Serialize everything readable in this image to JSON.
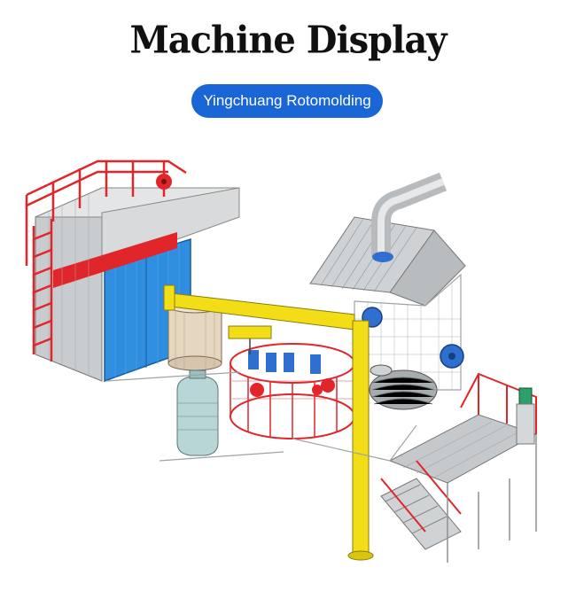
{
  "page": {
    "title": "Machine Display",
    "badge": "Yingchuang Rotomolding"
  },
  "illustration": {
    "subject": "rotational molding machine",
    "colors": {
      "frame_red": "#e0262b",
      "oven_grey": "#cfd2d4",
      "door_blue": "#2f8ee0",
      "crane_yellow": "#f2dd17",
      "tank_teal": "#b9d6d6",
      "steel_grey": "#9ea3a6"
    }
  }
}
